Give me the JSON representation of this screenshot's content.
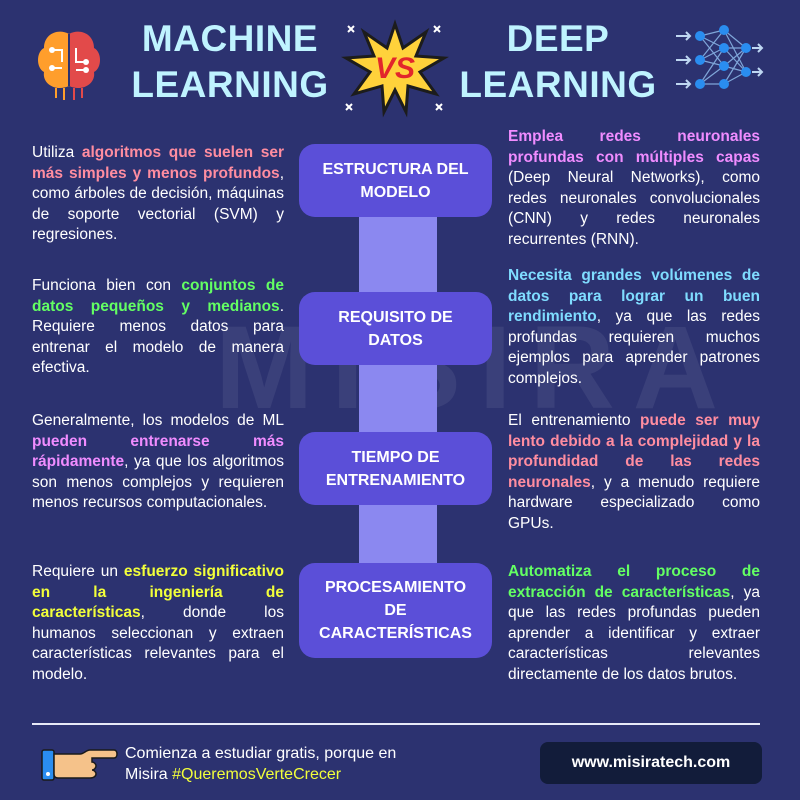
{
  "header": {
    "left_title_line1": "MACHINE",
    "left_title_line2": "LEARNING",
    "vs": "VS",
    "right_title_line1": "DEEP",
    "right_title_line2": "LEARNING"
  },
  "watermark": "MISIRA",
  "categories": [
    "ESTRUCTURA DEL MODELO",
    "REQUISITO DE DATOS",
    "TIEMPO DE ENTRENAMIENTO",
    "PROCESAMIENTO DE CARACTERÍSTICAS"
  ],
  "category_lines": [
    [
      "ESTRUCTURA DEL",
      "MODELO"
    ],
    [
      "REQUISITO DE",
      "DATOS"
    ],
    [
      "TIEMPO DE",
      "ENTRENAMIENTO"
    ],
    [
      "PROCESAMIENTO",
      "DE",
      "CARACTERÍSTICAS"
    ]
  ],
  "ml": [
    {
      "before": "Utiliza ",
      "highlight": "algoritmos que suelen ser más simples y menos profundos",
      "after": ", como árboles de decisión, máquinas de soporte vectorial (SVM) y regresiones.",
      "color": "#ff8da0"
    },
    {
      "before": "Funciona bien con ",
      "highlight": "conjuntos de datos pequeños y medianos",
      "after": ". Requiere menos datos para entrenar el modelo de manera efectiva.",
      "color": "#63ff63"
    },
    {
      "before": "Generalmente, los modelos de ML ",
      "highlight": "pueden entrenarse más rápidamente",
      "after": ", ya que los algoritmos son menos complejos y requieren menos recursos computacionales.",
      "color": "#f08cff"
    },
    {
      "before": "Requiere un ",
      "highlight": "esfuerzo significativo en la ingeniería de características",
      "after": ", donde los humanos seleccionan y extraen características relevantes para el modelo.",
      "color": "#f2ff3a"
    }
  ],
  "dl": [
    {
      "before": "",
      "highlight": "Emplea redes neuronales profundas con múltiples capas",
      "after": " (Deep Neural Networks), como redes neuronales convolucionales (CNN) y redes neuronales recurrentes (RNN).",
      "color": "#f08cff"
    },
    {
      "before": "",
      "highlight": "Necesita grandes volúmenes de datos para lograr un buen rendimiento",
      "after": ", ya que las redes profundas requieren muchos ejemplos para aprender patrones complejos.",
      "color": "#7fdcff"
    },
    {
      "before": "El entrenamiento ",
      "highlight": "puede ser muy lento debido a la complejidad y la profundidad de las redes neuronales",
      "after": ", y a menudo requiere hardware especializado como GPUs.",
      "color": "#ff8da0"
    },
    {
      "before": "",
      "highlight": "Automatiza el proceso de extracción de características",
      "after": ", ya que las redes profundas pueden aprender a identificar y extraer características relevantes directamente de los datos brutos.",
      "color": "#63ff63"
    }
  ],
  "footer": {
    "line1": "Comienza a estudiar gratis, porque en",
    "line2_prefix": "Misira ",
    "hashtag": "#QueremosVerteCrecer",
    "hashtag_color": "#f2ff3a",
    "url": "misiratech.com",
    "url_full": "www.misiratech.com"
  },
  "icons": {
    "left_logo": "brain-circuit-icon",
    "right_logo": "neural-network-icon",
    "vs_badge": "starburst-vs-icon",
    "hand": "pointing-hand-icon"
  },
  "colors": {
    "background": "#2c3270",
    "title": "#bff3ff",
    "pill": "#5b4fd8",
    "spine": "#8b88f0",
    "brain_orange": "#ff9e2c",
    "brain_red": "#e24a4a",
    "network_blue": "#2a8df0"
  }
}
